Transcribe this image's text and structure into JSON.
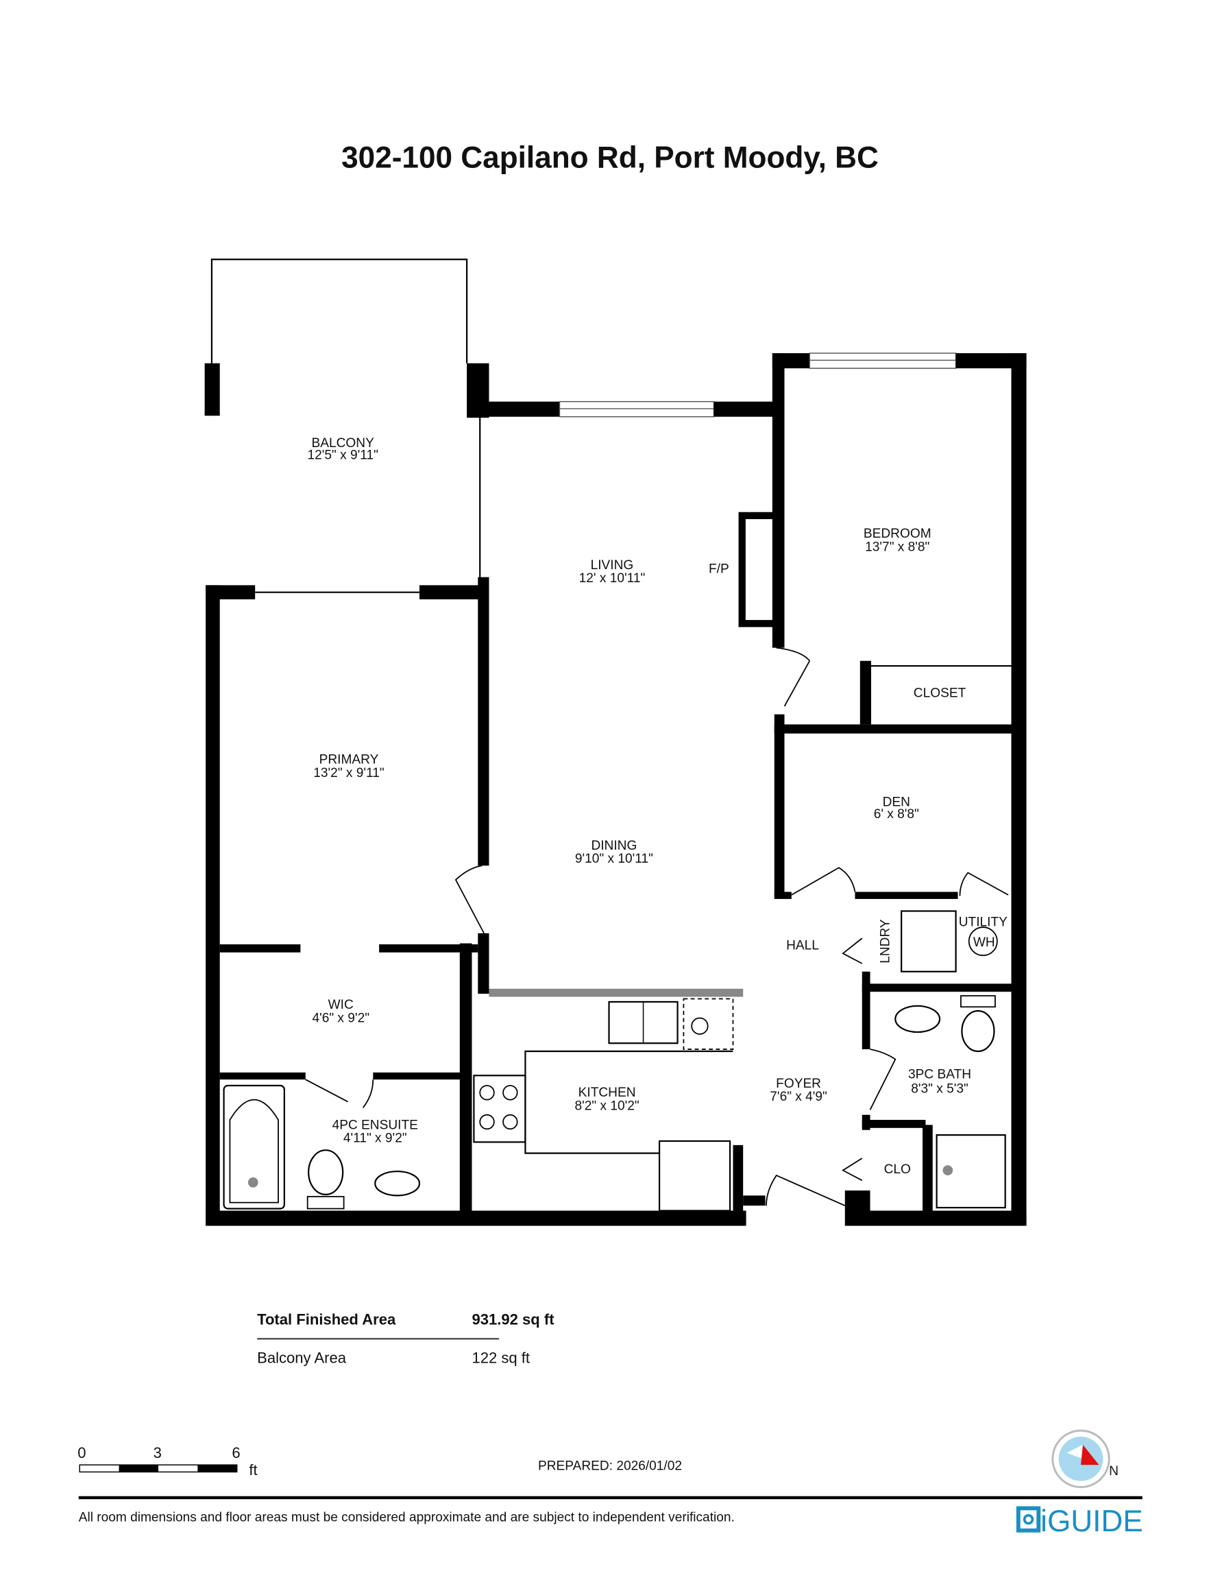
{
  "title": "302-100 Capilano Rd, Port Moody, BC",
  "rooms": {
    "balcony": {
      "name": "BALCONY",
      "dims": "12'5\" x 9'11\""
    },
    "living": {
      "name": "LIVING",
      "dims": "12' x 10'11\""
    },
    "bedroom": {
      "name": "BEDROOM",
      "dims": "13'7\" x 8'8\""
    },
    "fireplace": {
      "name": "F/P"
    },
    "closet": {
      "name": "CLOSET"
    },
    "primary": {
      "name": "PRIMARY",
      "dims": "13'2\" x 9'11\""
    },
    "den": {
      "name": "DEN",
      "dims": "6' x 8'8\""
    },
    "dining": {
      "name": "DINING",
      "dims": "9'10\" x 10'11\""
    },
    "hall": {
      "name": "HALL"
    },
    "laundry": {
      "name": "LNDRY"
    },
    "utility": {
      "name": "UTILITY"
    },
    "water_heater": {
      "name": "WH"
    },
    "wic": {
      "name": "WIC",
      "dims": "4'6\" x 9'2\""
    },
    "kitchen": {
      "name": "KITCHEN",
      "dims": "8'2\" x 10'2\""
    },
    "foyer": {
      "name": "FOYER",
      "dims": "7'6\" x 4'9\""
    },
    "bath3": {
      "name": "3PC BATH",
      "dims": "8'3\" x 5'3\""
    },
    "ensuite": {
      "name": "4PC ENSUITE",
      "dims": "4'11\" x 9'2\""
    },
    "clo": {
      "name": "CLO"
    }
  },
  "areas": {
    "total_label": "Total Finished Area",
    "total_value": "931.92 sq ft",
    "balcony_label": "Balcony Area",
    "balcony_value": "122 sq ft"
  },
  "scale": {
    "ticks": [
      "0",
      "3",
      "6"
    ],
    "unit": "ft"
  },
  "prepared": "PREPARED: 2026/01/02",
  "compass": {
    "label": "N",
    "colors": {
      "ring": "#a8d8f0",
      "needle": "#e01010"
    }
  },
  "disclaimer": "All room dimensions and floor areas must be considered approximate and are subject to independent verification.",
  "logo": {
    "text": "iGUIDE",
    "color": "#1a8fc4"
  }
}
